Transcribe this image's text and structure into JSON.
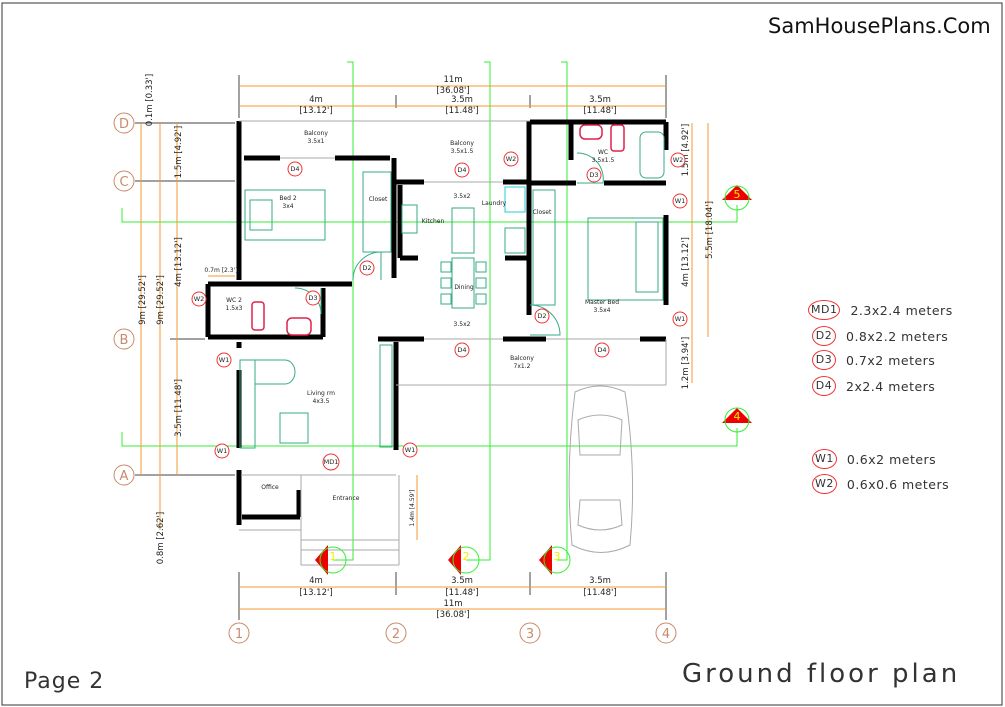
{
  "header": {
    "site": "SamHousePlans.Com"
  },
  "footer": {
    "page": "Page 2",
    "title": "Ground floor plan"
  },
  "grid": {
    "rows": [
      "D",
      "C",
      "B",
      "A"
    ],
    "cols": [
      "1",
      "2",
      "3",
      "4"
    ]
  },
  "dims": {
    "top_total": [
      "11m",
      "[36.08']"
    ],
    "top_parts": [
      [
        "4m",
        "[13.12']"
      ],
      [
        "3.5m",
        "[11.48']"
      ],
      [
        "3.5m",
        "[11.48']"
      ]
    ],
    "bottom_total": [
      "11m",
      "[36.08']"
    ],
    "bottom_parts": [
      [
        "4m",
        "[13.12']"
      ],
      [
        "3.5m",
        "[11.48']"
      ],
      [
        "3.5m",
        "[11.48']"
      ]
    ],
    "left": {
      "offset": "0.1m [0.33']",
      "total_a": "9m [29.52']",
      "total_b": "9m [29.52']",
      "dc": "1.5m [4.92']",
      "cb": "4m [13.12']",
      "ba": "3.5m [11.48']",
      "front": "0.8m [2.62']",
      "wc2": "0.7m [2.3']"
    },
    "right": {
      "top": "1.5m [4.92']",
      "mid": "4m [13.12']",
      "total": "5.5m [18.04']",
      "bottom": "1.2m [3.94']"
    },
    "entrance": "1.4m [4.59']"
  },
  "rooms": [
    {
      "name": "Balcony",
      "size": "3.5x1"
    },
    {
      "name": "Balcony",
      "size": "3.5x1.5"
    },
    {
      "name": "WC",
      "size": "3.5x1.5"
    },
    {
      "name": "Bed 2",
      "size": "3x4"
    },
    {
      "name": "Closet",
      "size": ""
    },
    {
      "name": "Kitchen",
      "size": ""
    },
    {
      "name": "Laundry",
      "size": ""
    },
    {
      "name": "",
      "size": "3.5x2"
    },
    {
      "name": "Closet",
      "size": ""
    },
    {
      "name": "Dining",
      "size": "3.5x2"
    },
    {
      "name": "Master Bed",
      "size": "3.5x4"
    },
    {
      "name": "WC 2",
      "size": "1.5x3"
    },
    {
      "name": "Balcony",
      "size": "7x1.2"
    },
    {
      "name": "Living rm",
      "size": "4x3.5"
    },
    {
      "name": "Office",
      "size": ""
    },
    {
      "name": "Entrance",
      "size": ""
    }
  ],
  "tags": [
    "D4",
    "D4",
    "W2",
    "D3",
    "W2",
    "W1",
    "D2",
    "D3",
    "W2",
    "D2",
    "W1",
    "D4",
    "D4",
    "W1",
    "W1",
    "MD1",
    "W1"
  ],
  "sections": [
    "1",
    "2",
    "3",
    "4",
    "5"
  ],
  "legend": [
    {
      "tag": "MD1",
      "text": "2.3x2.4  meters"
    },
    {
      "tag": "D2",
      "text": "0.8x2.2  meters"
    },
    {
      "tag": "D3",
      "text": "0.7x2  meters"
    },
    {
      "tag": "D4",
      "text": "2x2.4  meters"
    },
    {
      "tag": "W1",
      "text": "0.6x2  meters"
    },
    {
      "tag": "W2",
      "text": "0.6x0.6  meters"
    }
  ],
  "colors": {
    "wall": "#000000",
    "dim": "#f59a30",
    "section": "#33ee33",
    "tag": "#e33333",
    "furniture": "#3aaa8a",
    "grid": "#c98a6a"
  }
}
